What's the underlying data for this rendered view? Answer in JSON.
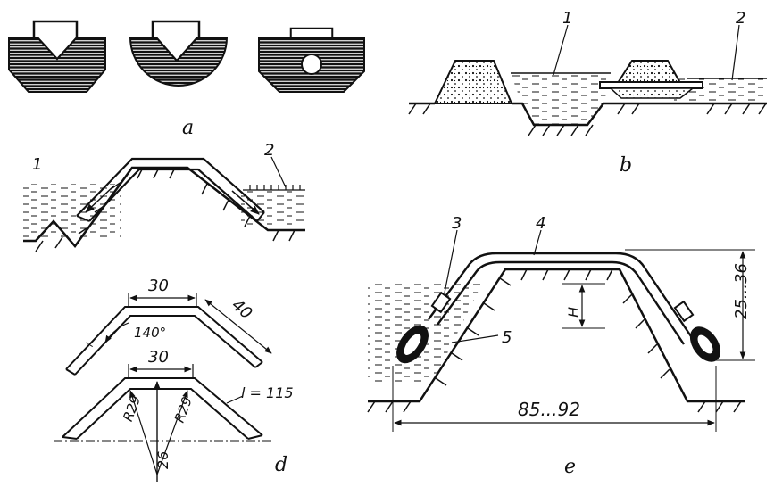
{
  "panels": {
    "a": {
      "label": "a"
    },
    "b": {
      "label": "b",
      "callouts": [
        "1",
        "2"
      ]
    },
    "c": {
      "callouts": [
        "1",
        "2"
      ]
    },
    "d": {
      "label": "d",
      "dimensions": {
        "top_width": "30",
        "angle": "140°",
        "arm_length": "40",
        "bottom_width": "30",
        "radius_left": "R29",
        "radius_right": "R29",
        "length": "l = 115",
        "height": "26"
      }
    },
    "e": {
      "label": "e",
      "callouts": [
        "3",
        "4",
        "5"
      ],
      "dimensions": {
        "head": "H",
        "height_range": "25...36",
        "span": "85...92"
      }
    }
  },
  "colors": {
    "ink": "#111111",
    "paper": "#ffffff"
  }
}
